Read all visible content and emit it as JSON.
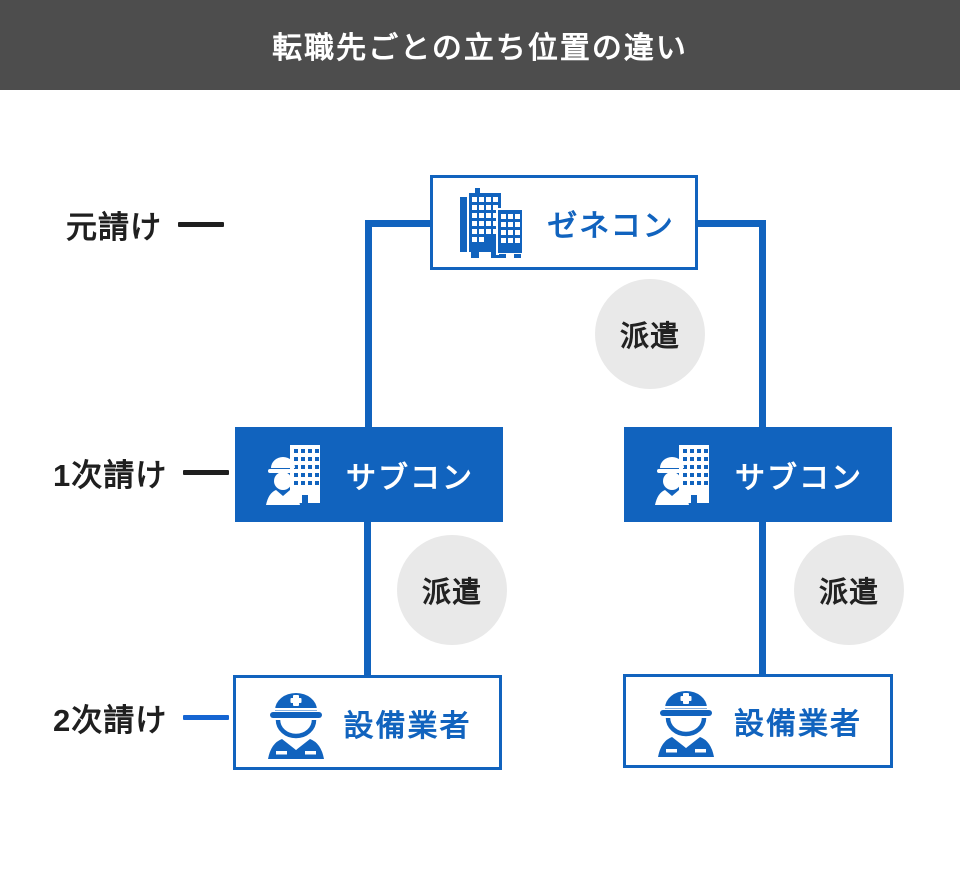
{
  "header": {
    "title": "転職先ごとの立ち位置の違い"
  },
  "legend_rows": [
    {
      "label": "元請け",
      "dash_color": "#1f1f1f"
    },
    {
      "label": "1次請け",
      "dash_color": "#1f1f1f"
    },
    {
      "label": "2次請け",
      "dash_color": "#1565d2"
    }
  ],
  "nodes": {
    "top": {
      "label": "ゼネコン",
      "icon": "office-buildings-icon",
      "style": "outline"
    },
    "mid_left": {
      "label": "サブコン",
      "icon": "worker-building-icon",
      "style": "solid"
    },
    "mid_right": {
      "label": "サブコン",
      "icon": "worker-building-icon",
      "style": "solid"
    },
    "bottom_left": {
      "label": "設備業者",
      "icon": "worker-icon",
      "style": "outline"
    },
    "bottom_right": {
      "label": "設備業者",
      "icon": "worker-icon",
      "style": "outline"
    }
  },
  "dispatch_badges": [
    {
      "label": "派遣"
    },
    {
      "label": "派遣"
    },
    {
      "label": "派遣"
    }
  ],
  "colors": {
    "accent_blue": "#1163be",
    "header_bg": "#4d4d4d",
    "badge_bg": "#e9e9e9",
    "text_dark": "#1f1f1f",
    "blue_dash": "#1565d2"
  }
}
